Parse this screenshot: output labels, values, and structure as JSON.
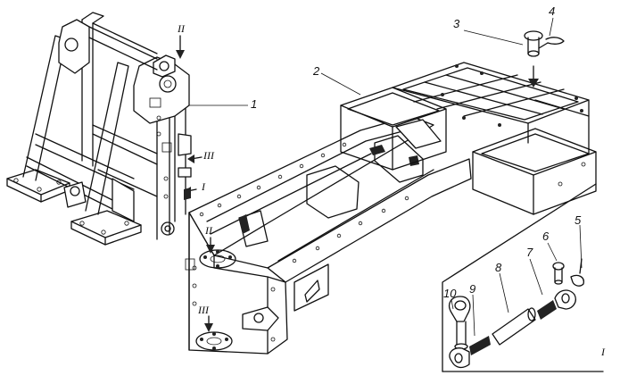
{
  "part_labels": [
    "1",
    "2",
    "3",
    "4",
    "5",
    "6",
    "7",
    "8",
    "9",
    "10"
  ],
  "view_labels": {
    "view_I_main": "I",
    "view_I_inset": "I",
    "view_II_top": "II",
    "view_II_lower": "II",
    "view_III_upper": "III",
    "view_III_lower": "III"
  }
}
